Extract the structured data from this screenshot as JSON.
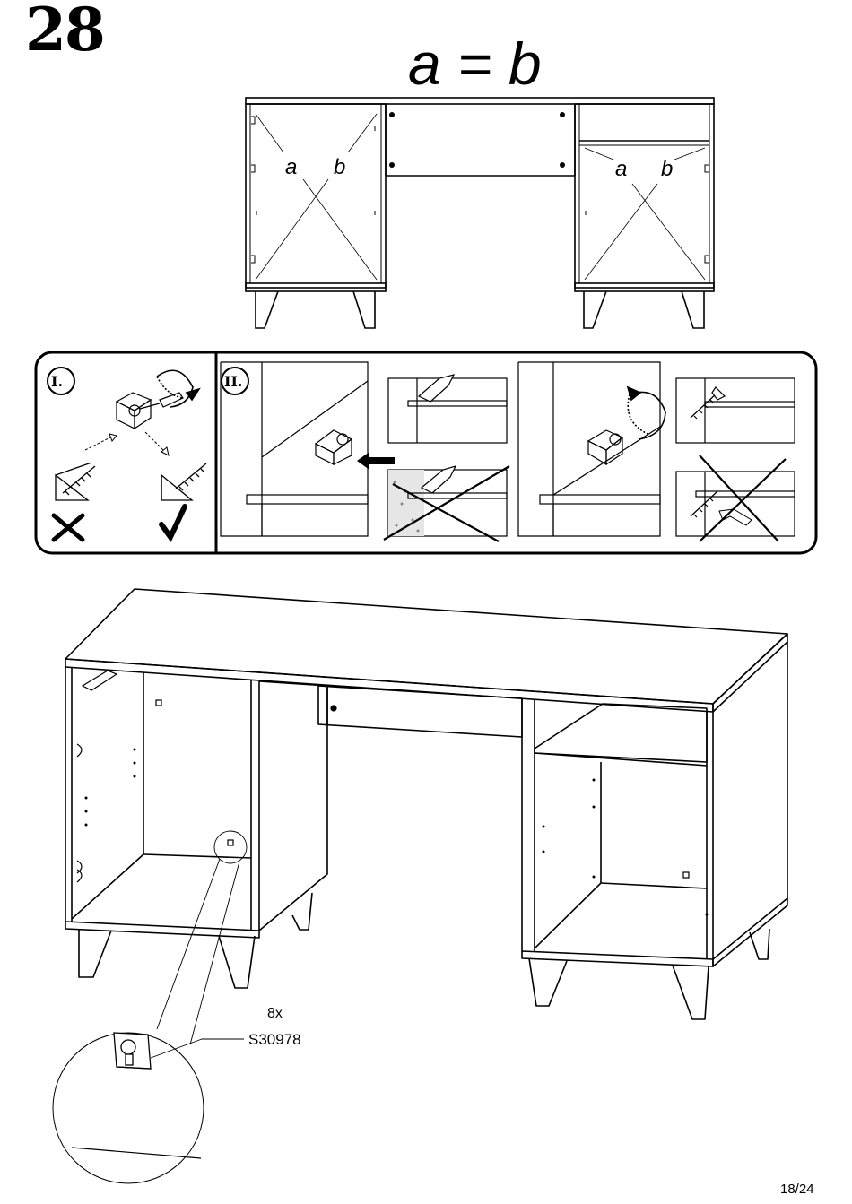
{
  "step": {
    "number": "28",
    "formula": "a = b"
  },
  "front_view": {
    "left_labels": [
      "a",
      "b"
    ],
    "right_labels": [
      "a",
      "b"
    ]
  },
  "detail_panel": {
    "section_one_label": "I.",
    "section_two_label": "II."
  },
  "hardware": {
    "quantity": "8x",
    "part_code": "S30978"
  },
  "page": {
    "number": "18/24"
  },
  "colors": {
    "line": "#000000",
    "background": "#ffffff",
    "dot_fill": "#cfcfcf"
  },
  "icons": [
    "screw-icon",
    "cam-connector-icon",
    "rotate-arrow-icon",
    "cross-mark-icon",
    "check-mark-icon",
    "push-arrow-icon"
  ]
}
